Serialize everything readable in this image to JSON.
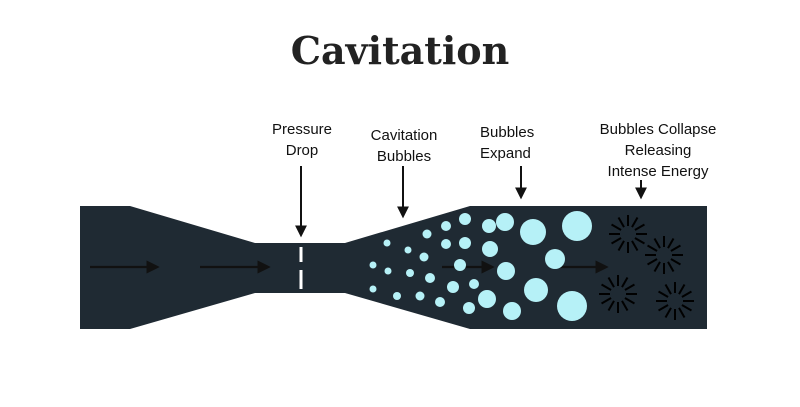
{
  "title": "Cavitation",
  "labels": {
    "pressure_drop": [
      "Pressure",
      "Drop"
    ],
    "cavitation_bubbles": [
      "Cavitation",
      "Bubbles"
    ],
    "bubbles_expand": [
      "Bubbles",
      "Expand"
    ],
    "bubbles_collapse": [
      "Bubbles Collapse",
      "Releasing",
      "Intense Energy"
    ]
  },
  "colors": {
    "pipe": "#1f2a33",
    "bubble": "#b6f1f7",
    "arrow": "#111111",
    "title": "#222222"
  }
}
